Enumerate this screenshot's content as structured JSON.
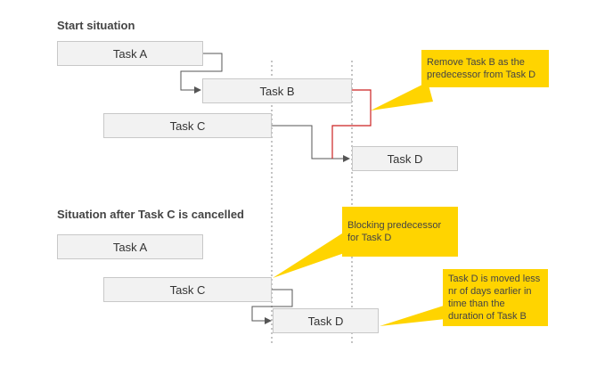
{
  "sections": [
    {
      "title": "Start situation"
    },
    {
      "title": "Situation after Task C is cancelled"
    }
  ],
  "start": {
    "tasks": [
      "Task A",
      "Task B",
      "Task C",
      "Task D"
    ]
  },
  "after": {
    "tasks": [
      "Task A",
      "Task C",
      "Task D"
    ]
  },
  "callouts": [
    {
      "text": "Remove Task B as the predecessor from Task D"
    },
    {
      "text": "Blocking predecessor for Task D"
    },
    {
      "text": "Task D is moved less nr of days earlier in time than the duration of Task B"
    }
  ],
  "colors": {
    "callout": "#ffd400",
    "task_fill": "#f2f2f2",
    "task_border": "#c8c8c8",
    "removed_link": "#cc2222",
    "link": "#555555"
  }
}
